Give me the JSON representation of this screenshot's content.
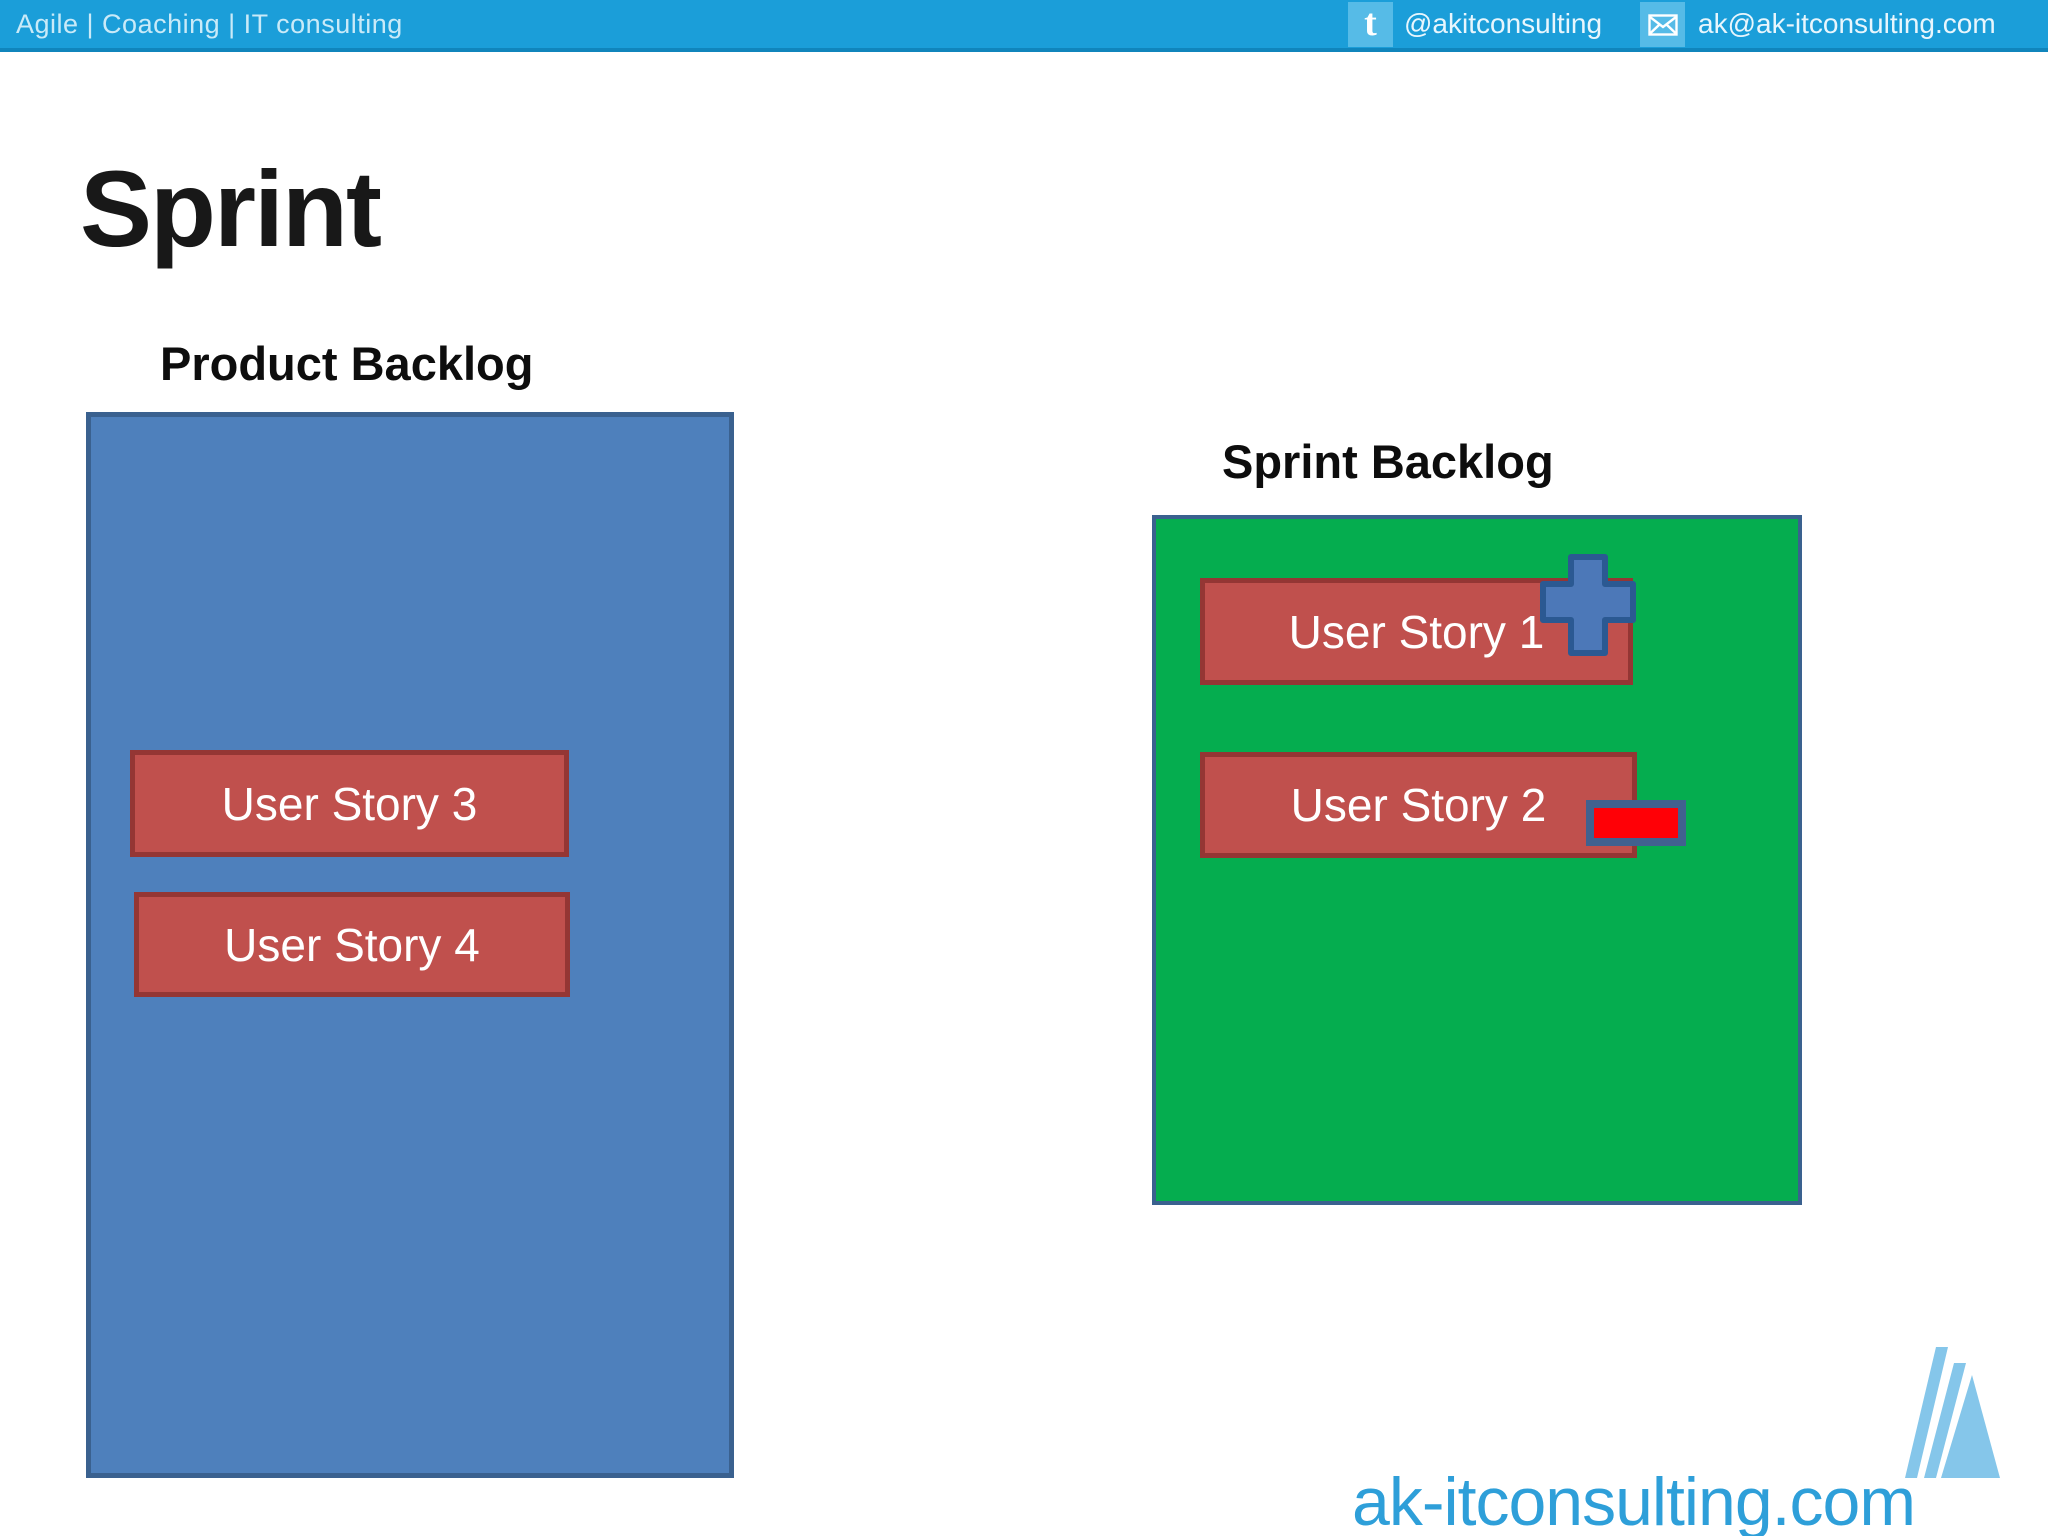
{
  "top_bar": {
    "tagline": "Agile | Coaching | IT consulting",
    "twitter_handle": "@akitconsulting",
    "email": "ak@ak-itconsulting.com"
  },
  "slide": {
    "title": "Sprint",
    "product_backlog": {
      "label": "Product Backlog",
      "items": [
        {
          "label": "User Story 3"
        },
        {
          "label": "User Story 4"
        }
      ]
    },
    "sprint_backlog": {
      "label": "Sprint Backlog",
      "items": [
        {
          "label": "User Story 1",
          "marker": "plus-icon"
        },
        {
          "label": "User Story 2",
          "marker": "minus-icon"
        }
      ]
    }
  },
  "footer": {
    "website": "ak-itconsulting.com"
  },
  "icons": {
    "twitter": "twitter-icon",
    "mail": "mail-icon",
    "plus": "plus-icon",
    "minus": "minus-icon",
    "logo_triangle": "logo-triangle-icon"
  },
  "colors": {
    "top_bar_bg": "#1B9ED9",
    "top_bar_edge": "#1085BC",
    "top_bar_icon_bg": "#56BBE7",
    "top_bar_text": "#C9EAF8",
    "bar_link_text": "#E8F6FD",
    "product_backlog_fill": "#4E80BC",
    "sprint_backlog_fill": "#05AD4F",
    "box_border": "#3A618F",
    "story_fill": "#C0504D",
    "story_border": "#943634",
    "story_text": "#FFFFFF",
    "plus_fill": "#4C78B8",
    "plus_border": "#2B5992",
    "minus_fill": "#FF0006",
    "minus_border": "#41618F",
    "logo_blue": "#2E9FD9",
    "logo_triangle": "#85C6EA",
    "title_color": "#181818",
    "label_color": "#0D0D0D",
    "slide_bg": "#FFFFFF"
  }
}
